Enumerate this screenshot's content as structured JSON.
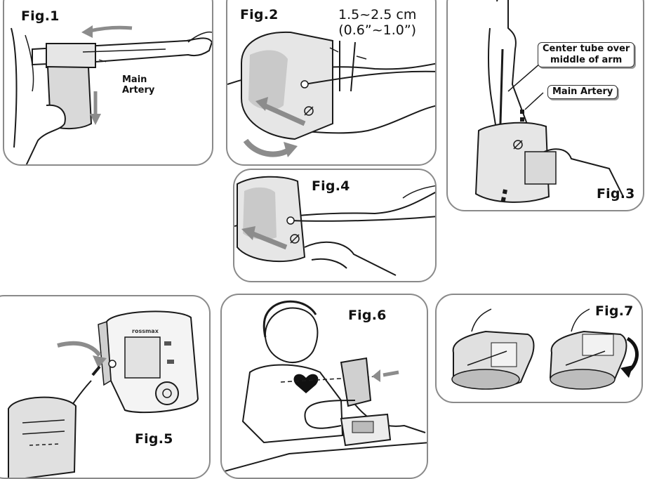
{
  "figures": {
    "fig1": {
      "label": "Fig.1",
      "callout_line1": "Main",
      "callout_line2": "Artery"
    },
    "fig2": {
      "label": "Fig.2",
      "measure_line1": "1.5~2.5 cm",
      "measure_line2": "(0.6”~1.0”)"
    },
    "fig3": {
      "label": "Fig.3",
      "callout_tube_line1": "Center tube over",
      "callout_tube_line2": "middle of arm",
      "callout_artery": "Main Artery"
    },
    "fig4": {
      "label": "Fig.4"
    },
    "fig5": {
      "label": "Fig.5",
      "device_brand": "rossmax"
    },
    "fig6": {
      "label": "Fig.6"
    },
    "fig7": {
      "label": "Fig.7"
    }
  },
  "colors": {
    "border": "#8a8a8a",
    "arrow_gray": "#8c8c8c",
    "line": "#1a1a1a",
    "cuff_fill": "#d9d9d9"
  }
}
